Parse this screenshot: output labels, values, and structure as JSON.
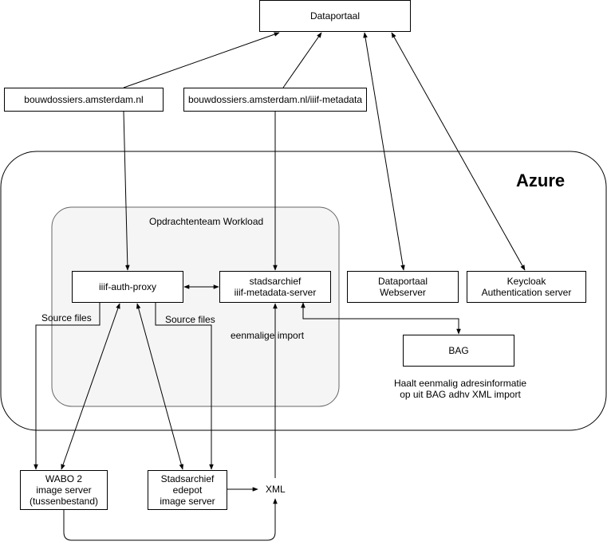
{
  "groups": {
    "azure_title": "Azure",
    "workload_title": "Opdrachtenteam  Workload"
  },
  "nodes": {
    "dataportaal": "Dataportaal",
    "bouwdossiers": "bouwdossiers.amsterdam.nl",
    "bouwdossiers_meta": "bouwdossiers.amsterdam.nl/iiif-metadata",
    "auth_proxy": "iiif-auth-proxy",
    "metadata_server": [
      "stadsarchief",
      "iiif-metadata-server"
    ],
    "dp_webserver": [
      "Dataportaal",
      "Webserver"
    ],
    "keycloak": [
      "Keycloak",
      "Authentication server"
    ],
    "bag": "BAG",
    "wabo": [
      "WABO 2",
      "image server",
      "(tussenbestand)"
    ],
    "edepot": [
      "Stadsarchief",
      "edepot",
      "image server"
    ]
  },
  "labels": {
    "source_files_left": "Source files",
    "source_files_right": "Source files",
    "eenmalige_import": "eenmalige import",
    "xml": "XML",
    "bag_note": [
      "Haalt eenmalig adresinformatie",
      "op uit BAG adhv XML import"
    ]
  }
}
